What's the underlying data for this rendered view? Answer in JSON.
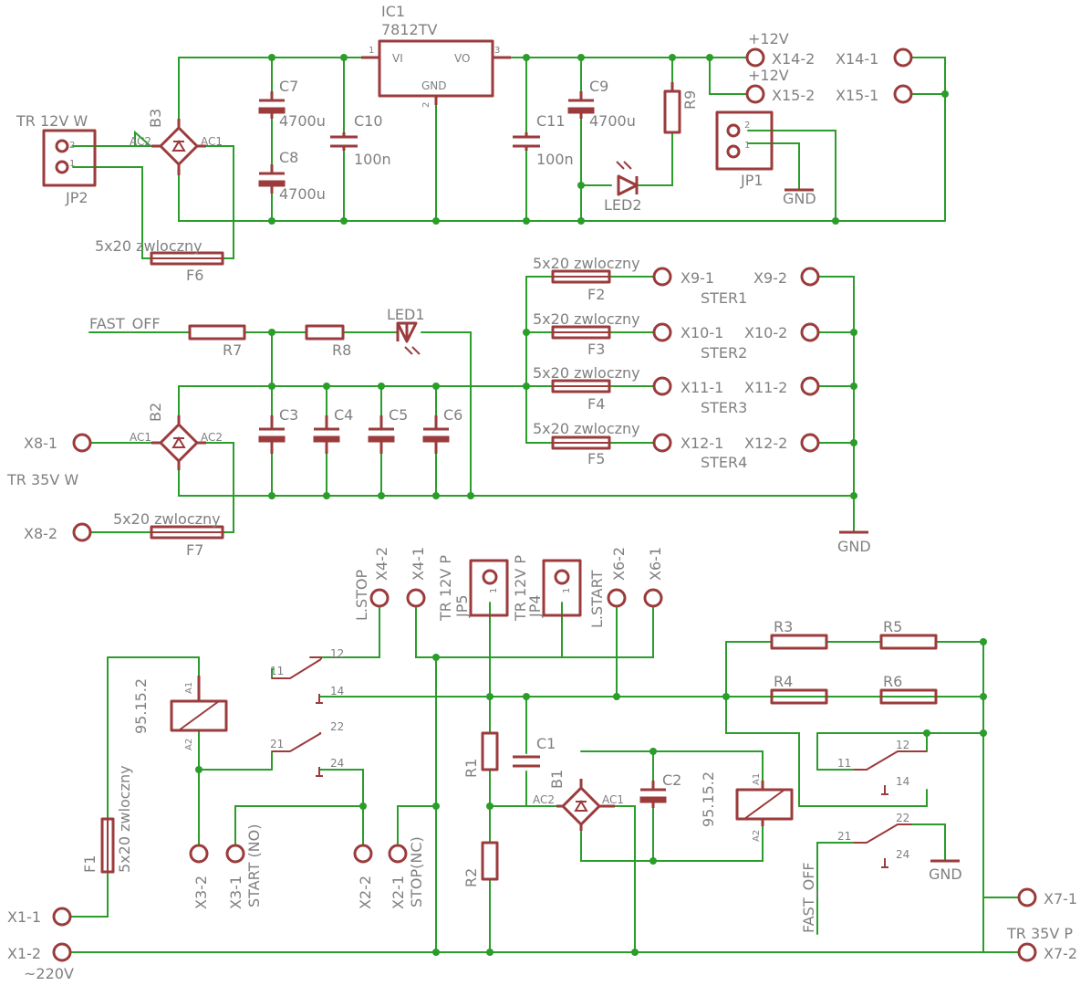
{
  "labels": {
    "ic1": "IC1",
    "ic1_part": "7812TV",
    "ic1_vi": "VI",
    "ic1_vo": "VO",
    "ic1_gnd": "GND",
    "pin1": "1",
    "pin2": "2",
    "pin3": "3",
    "c7": "C7",
    "c7_val": "4700u",
    "c8": "C8",
    "c8_val": "4700u",
    "c9": "C9",
    "c9_val": "4700u",
    "c10": "C10",
    "c10_val": "100n",
    "c11": "C11",
    "c11_val": "100n",
    "r9": "R9",
    "led2": "LED2",
    "plus12_a": "+12V",
    "plus12_b": "+12V",
    "x14_2": "X14-2",
    "x14_1": "X14-1",
    "x15_2": "X15-2",
    "x15_1": "X15-1",
    "jp1": "JP1",
    "gnd": "GND",
    "tr12w": "TR 12V W",
    "b3": "B3",
    "ac1": "AC1",
    "ac2": "AC2",
    "jp2": "JP2",
    "fuse_spec": "5x20 zwlocz​ny",
    "f6": "F6",
    "fast_off": "FAST_OFF",
    "r7": "R7",
    "r8": "R8",
    "led1": "LED1",
    "f2": "F2",
    "f3": "F3",
    "f4": "F4",
    "f5": "F5",
    "x9_1": "X9-1",
    "x9_2": "X9-2",
    "ster1": "STER1",
    "x10_1": "X10-1",
    "x10_2": "X10-2",
    "ster2": "STER2",
    "x11_1": "X11-1",
    "x11_2": "X11-2",
    "ster3": "STER3",
    "x12_1": "X12-1",
    "x12_2": "X12-2",
    "ster4": "STER4",
    "b2": "B2",
    "c3": "C3",
    "c4": "C4",
    "c5": "C5",
    "c6": "C6",
    "x8_1": "X8-1",
    "x8_2": "X8-2",
    "tr35w": "TR 35V W",
    "f7": "F7",
    "l_stop": "L.STOP",
    "x4_2": "X4-2",
    "x4_1": "X4-1",
    "tr12p_a": "TR 12V P",
    "tr12p_b": "TR 12V P",
    "jp5": "JP5",
    "jp4": "JP4",
    "l_start": "L.START",
    "x6_2": "X6-2",
    "x6_1": "X6-1",
    "relay": "95.15.2",
    "a1": "A1",
    "a2": "A2",
    "c11p": "11",
    "c12p": "12",
    "c14p": "14",
    "c21p": "21",
    "c22p": "22",
    "c24p": "24",
    "r1": "R1",
    "r2": "R2",
    "r3": "R3",
    "r4": "R4",
    "r5": "R5",
    "r6": "R6",
    "c1": "C1",
    "c2": "C2",
    "b1": "B1",
    "f1": "F1",
    "x3_2": "X3-2",
    "x3_1": "X3-1",
    "start_no": "START (NO)",
    "x2_2": "X2-2",
    "x2_1": "X2-1",
    "stop_nc": "STOP(NC)",
    "x1_1": "X1-1",
    "x1_2": "X1-2",
    "v220": "~220V",
    "x7_1": "X7-1",
    "x7_2": "X7-2",
    "tr35p": "TR 35V P"
  }
}
